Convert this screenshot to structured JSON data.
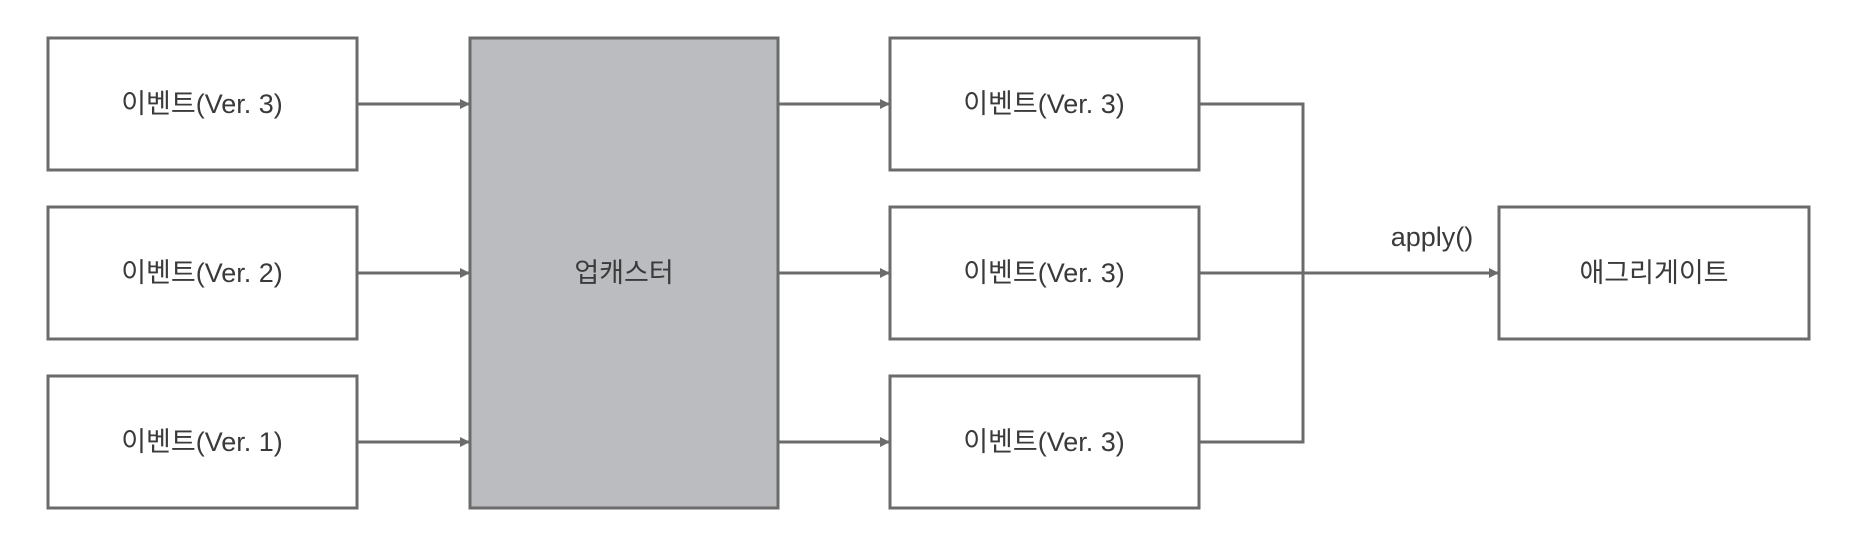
{
  "diagram": {
    "inputs": [
      {
        "label": "이벤트(Ver. 3)"
      },
      {
        "label": "이벤트(Ver. 2)"
      },
      {
        "label": "이벤트(Ver. 1)"
      }
    ],
    "upcaster": {
      "label": "업캐스터"
    },
    "outputs": [
      {
        "label": "이벤트(Ver. 3)"
      },
      {
        "label": "이벤트(Ver. 3)"
      },
      {
        "label": "이벤트(Ver. 3)"
      }
    ],
    "edge_label": "apply()",
    "aggregate": {
      "label": "애그리게이트"
    },
    "colors": {
      "stroke": "#6b6b6b",
      "upcaster_fill": "#bbbcc0"
    }
  }
}
